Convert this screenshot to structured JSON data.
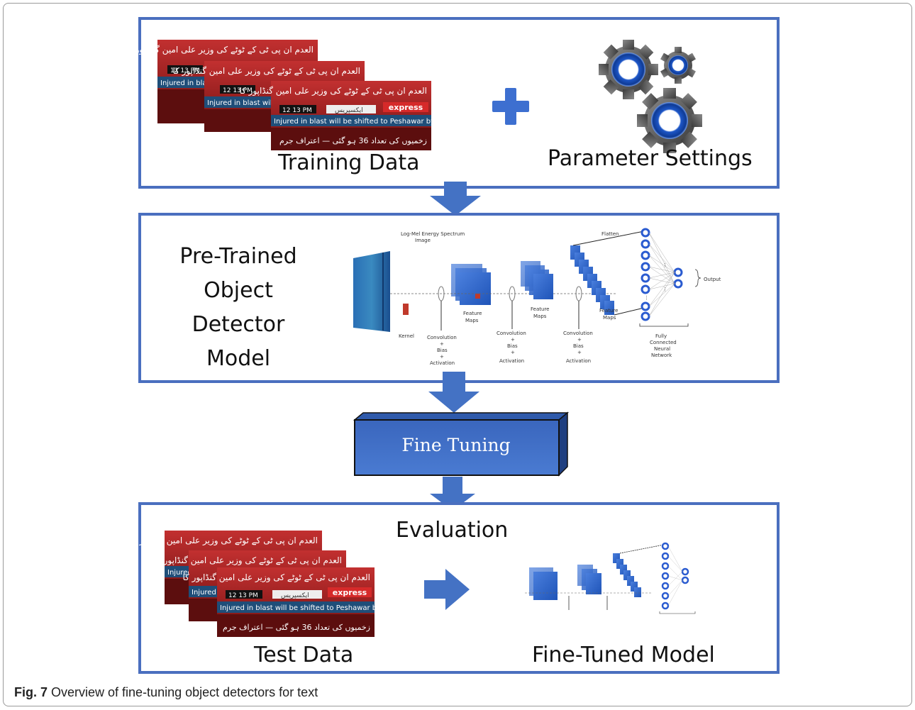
{
  "figure": {
    "caption_fig": "Fig. 7",
    "caption_text": " Overview of fine-tuning object detectors for text"
  },
  "stage1": {
    "training_label": "Training Data",
    "parameter_label": "Parameter Settings",
    "plus_icon": "plus-icon",
    "gear_icon": "gear-icon"
  },
  "stage2": {
    "model_line1": "Pre-Trained",
    "model_line2": "Object",
    "model_line3": "Detector",
    "model_line4": "Model",
    "cnn": {
      "input_title": "Log-Mel Energy Spectrum",
      "input_sub": "Image",
      "kernel": "Kernel",
      "conv1_a": "Convolution",
      "conv1_b": "+",
      "conv1_c": "Bias",
      "conv1_d": "+",
      "conv1_e": "Activation",
      "fmap1_a": "Feature",
      "fmap1_b": "Maps",
      "conv2_a": "Convolution",
      "conv2_b": "+",
      "conv2_c": "Bias",
      "conv2_d": "+",
      "conv2_e": "Activation",
      "fmap2_a": "Feature",
      "fmap2_b": "Maps",
      "conv3_a": "Convolution",
      "conv3_b": "+",
      "conv3_c": "Bias",
      "conv3_d": "+",
      "conv3_e": "Activation",
      "fmap3_a": "Feature",
      "fmap3_b": "Maps",
      "flatten": "Flatten",
      "output": "Output",
      "fc_a": "Fully",
      "fc_b": "Connected",
      "fc_c": "Neural",
      "fc_d": "Network"
    }
  },
  "stage3": {
    "button_label": "Fine Tuning"
  },
  "stage4": {
    "evaluation_label": "Evaluation",
    "test_label": "Test Data",
    "fine_tuned_label": "Fine-Tuned Model"
  },
  "cards": {
    "urdu_headline": "العدم ان پی ٹی کے ٹوٹے کی وزیر علی امین گنڈاپور کا",
    "time": "12 13 PM",
    "english_ticker": "Injured in blast will be shifted to Peshawar by M",
    "urdu_bottom": "زخمیوں کی تعداد 36 ہو گئی — اعتراف جرم",
    "brand": "express",
    "brand_urdu": "ایکسپریس"
  },
  "colors": {
    "panel_border": "#4a6fbf",
    "arrow_blue": "#4472c4",
    "button_blue": "#4472c4",
    "card_red": "#9b1c1c",
    "card_blue": "#1f4e79"
  }
}
